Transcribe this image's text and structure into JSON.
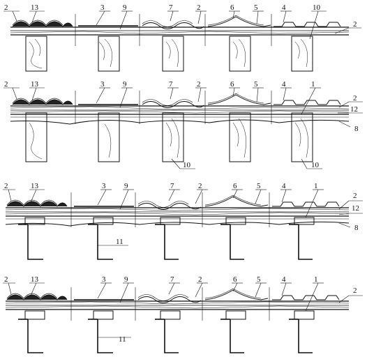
{
  "figure": {
    "rows": [
      {
        "id": "row-1",
        "support": "timber",
        "callouts": [
          "2",
          "13",
          "3",
          "9",
          "7",
          "2",
          "6",
          "5",
          "4",
          "10",
          "2"
        ],
        "side_labels": [],
        "bottom_labels": []
      },
      {
        "id": "row-2",
        "support": "timber",
        "callouts": [
          "2",
          "13",
          "3",
          "9",
          "7",
          "2",
          "6",
          "5",
          "4",
          "1"
        ],
        "side_labels": [
          "2",
          "12",
          "8"
        ],
        "bottom_labels": [
          "10",
          "10"
        ]
      },
      {
        "id": "row-3",
        "support": "steel",
        "callouts": [
          "2",
          "13",
          "3",
          "9",
          "7",
          "2",
          "6",
          "5",
          "4",
          "1"
        ],
        "side_labels": [
          "2",
          "12",
          "8"
        ],
        "bottom_labels": [
          "11"
        ]
      },
      {
        "id": "row-4",
        "support": "steel",
        "callouts": [
          "2",
          "13",
          "3",
          "9",
          "7",
          "2",
          "6",
          "5",
          "4",
          "1"
        ],
        "side_labels": [
          "2"
        ],
        "bottom_labels": [
          "11"
        ]
      }
    ]
  }
}
